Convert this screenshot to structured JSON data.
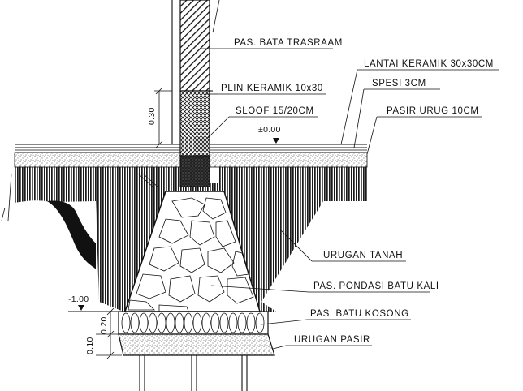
{
  "labels": {
    "wall": "PAS. BATA TRASRAAM",
    "plinth": "PLIN KERAMIK 10x30",
    "sloof": "SLOOF 15/20CM",
    "floor_tile": "LANTAI KERAMIK 30x30CM",
    "mortar": "SPESI 3CM",
    "sand_fill": "PASIR URUG 10CM",
    "soil_fill": "URUGAN TANAH",
    "stone_foundation": "PAS. PONDASI BATU KALI",
    "dry_stone": "PAS. BATU KOSONG",
    "sand_bed": "URUGAN PASIR"
  },
  "levels": {
    "floor": "±0.00",
    "bottom": "-1.00"
  },
  "dimensions": {
    "sloof_height": "0.30",
    "dry_stone_height": "0.20",
    "sand_bed_height": "0.10"
  },
  "colors": {
    "ink": "#111111",
    "paper": "#ffffff"
  }
}
